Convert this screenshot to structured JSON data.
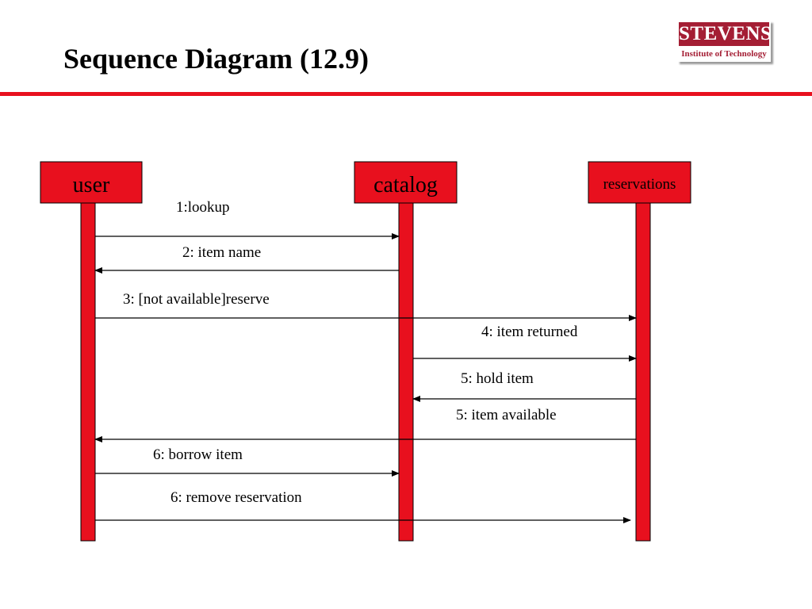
{
  "slide": {
    "title": "Sequence Diagram (12.9)",
    "accent_color": "#e8101e"
  },
  "logo": {
    "name": "STEVENS",
    "subtitle": "Institute of Technology",
    "maroon_color": "#a41e34"
  },
  "diagram": {
    "participants": [
      {
        "id": "user",
        "label": "user"
      },
      {
        "id": "catalog",
        "label": "catalog"
      },
      {
        "id": "reservations",
        "label": "reservations"
      }
    ],
    "messages": [
      {
        "label": "1:lookup",
        "from": "user",
        "to": "catalog"
      },
      {
        "label": "2: item name",
        "from": "catalog",
        "to": "user"
      },
      {
        "label": "3: [not available]reserve",
        "from": "user",
        "to": "reservations"
      },
      {
        "label": "4: item returned",
        "from": "catalog",
        "to": "reservations"
      },
      {
        "label": "5: hold item",
        "from": "reservations",
        "to": "catalog"
      },
      {
        "label": "5: item available",
        "from": "reservations",
        "to": "user"
      },
      {
        "label": "6: borrow item",
        "from": "user",
        "to": "catalog"
      },
      {
        "label": "6: remove reservation",
        "from": "user",
        "to": "reservations"
      }
    ]
  }
}
